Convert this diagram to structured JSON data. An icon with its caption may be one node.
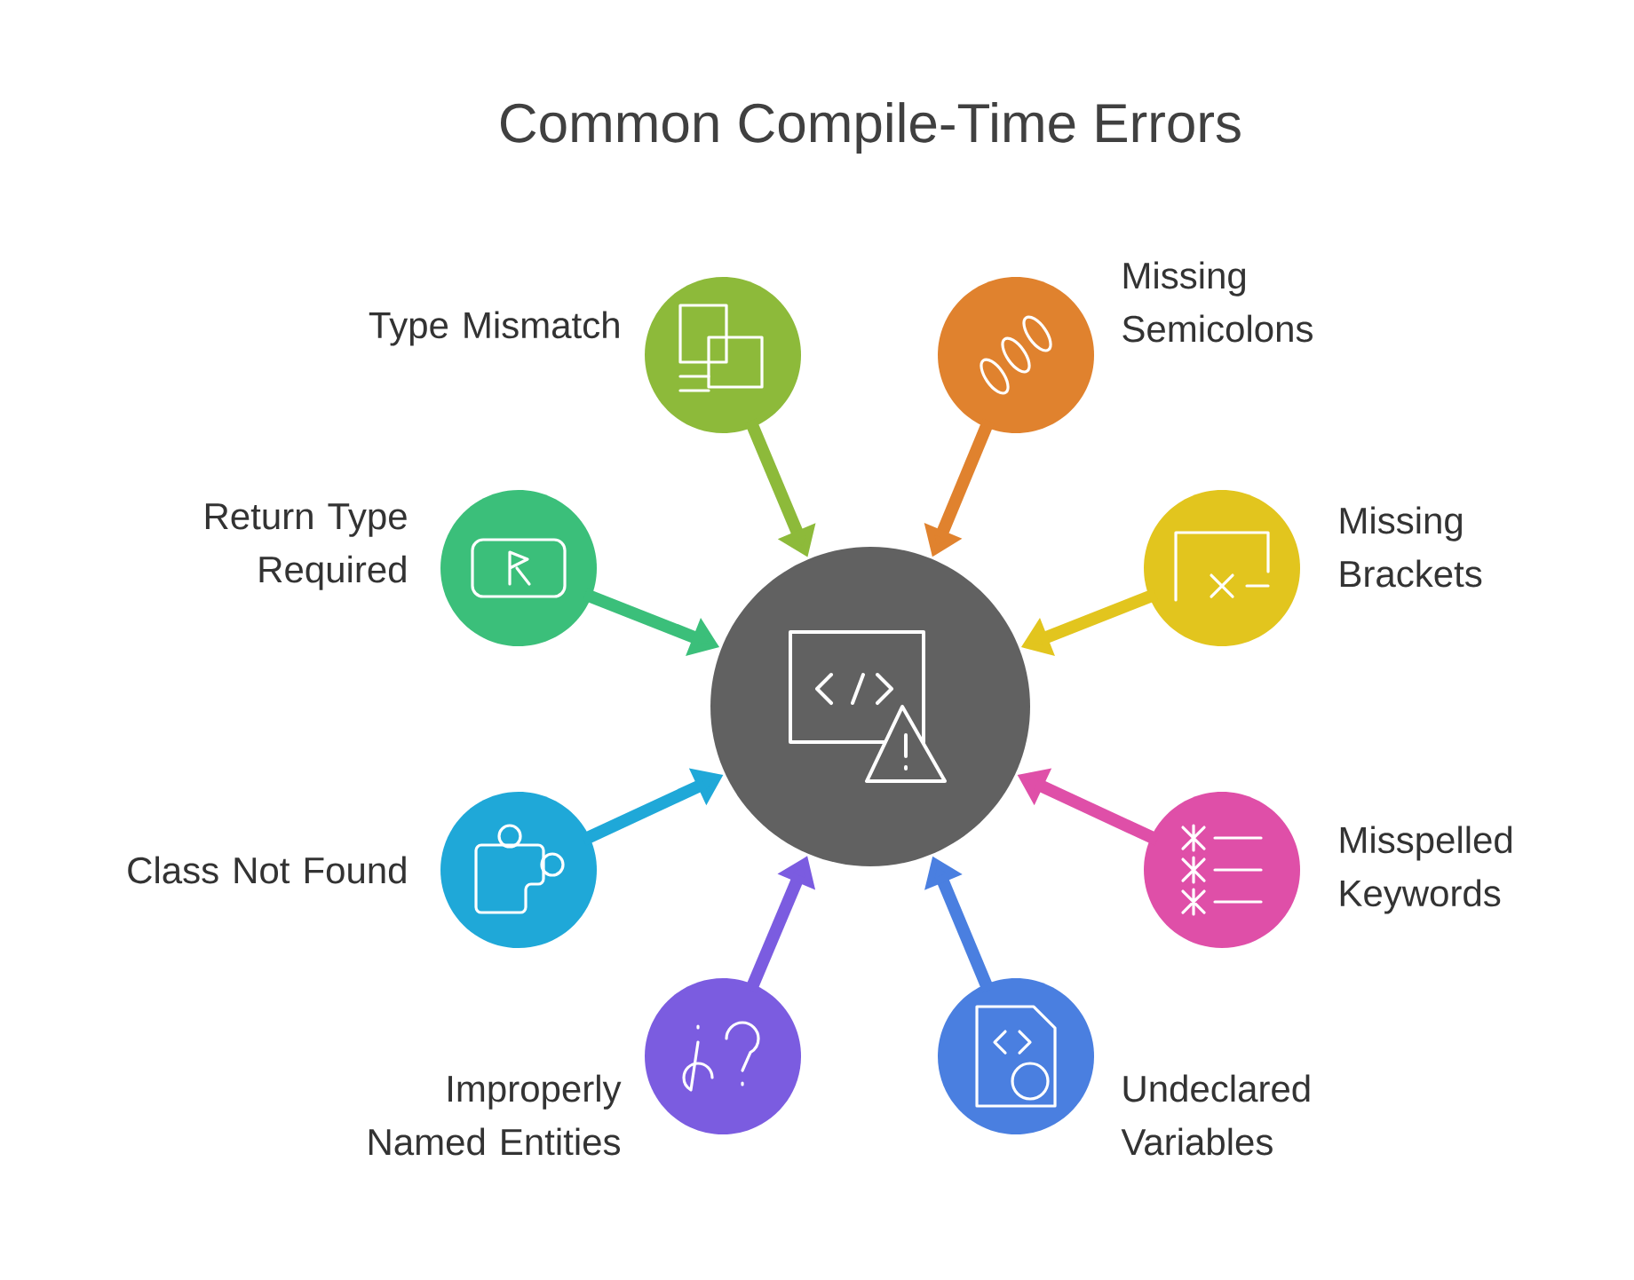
{
  "diagram": {
    "title": "Common Compile-Time Errors",
    "nodes": [
      {
        "text": [],
        "shape": "circle"
      },
      {
        "text": [],
        "shape": "circle",
        "beside": [
          "Type Mismatch"
        ]
      },
      {
        "text": [],
        "shape": "circle",
        "beside": [
          "Missing Semicolons"
        ]
      },
      {
        "text": [],
        "shape": "circle",
        "beside": [
          "Return Type Required"
        ]
      },
      {
        "text": [],
        "shape": "circle",
        "beside": [
          "Missing Brackets"
        ]
      },
      {
        "text": [],
        "shape": "circle",
        "beside": [
          "Class Not Found"
        ]
      },
      {
        "text": [],
        "shape": "circle",
        "beside": [
          "Misspelled Keywords"
        ]
      },
      {
        "text": [],
        "shape": "circle",
        "beside": [
          "Improperly Named Entities"
        ]
      },
      {
        "text": [],
        "shape": "circle",
        "beside": [
          "Undeclared Variables"
        ]
      }
    ],
    "edges": [
      {
        "from": 1,
        "to": 0,
        "arrow": "to",
        "color": "#8dba3a"
      },
      {
        "from": 2,
        "to": 0,
        "arrow": "to",
        "color": "#e0822e"
      },
      {
        "from": 3,
        "to": 0,
        "arrow": "to",
        "color": "#3bbf7a"
      },
      {
        "from": 4,
        "to": 0,
        "arrow": "to",
        "color": "#e2c51e"
      },
      {
        "from": 5,
        "to": 0,
        "arrow": "to",
        "color": "#1fa8d8"
      },
      {
        "from": 6,
        "to": 0,
        "arrow": "to",
        "color": "#df4fa8"
      },
      {
        "from": 7,
        "to": 0,
        "arrow": "to",
        "color": "#7b5ce0"
      },
      {
        "from": 8,
        "to": 0,
        "arrow": "to",
        "color": "#4a7fe0"
      }
    ]
  }
}
